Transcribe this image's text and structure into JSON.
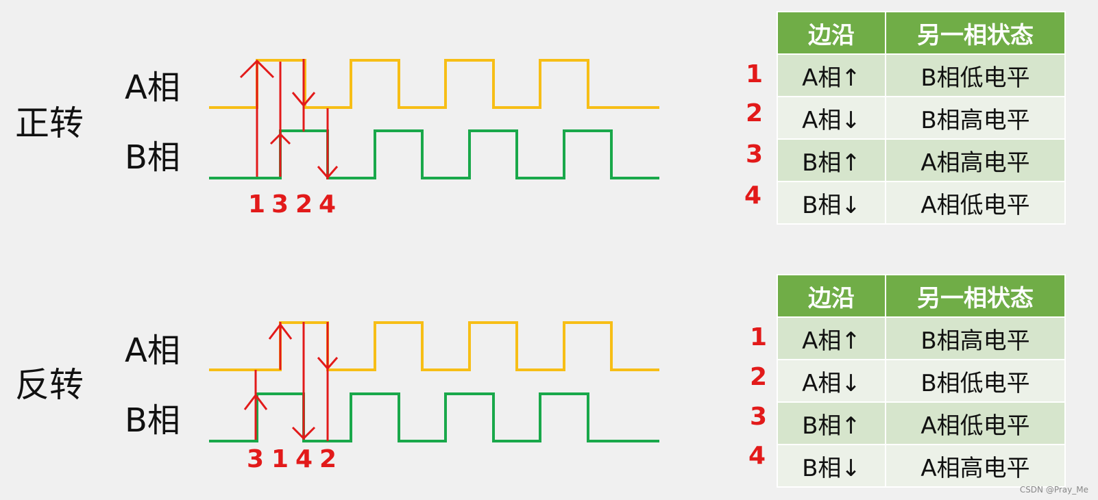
{
  "forward": {
    "title": "正转",
    "phase_a": "A相",
    "phase_b": "B相",
    "edge_order": [
      "1",
      "3",
      "2",
      "4"
    ],
    "table": {
      "headers": [
        "边沿",
        "另一相状态"
      ],
      "rows": [
        {
          "idx": "1",
          "edge": "A相↑",
          "state": "B相低电平"
        },
        {
          "idx": "2",
          "edge": "A相↓",
          "state": "B相高电平"
        },
        {
          "idx": "3",
          "edge": "B相↑",
          "state": "A相高电平"
        },
        {
          "idx": "4",
          "edge": "B相↓",
          "state": "A相低电平"
        }
      ]
    }
  },
  "reverse": {
    "title": "反转",
    "phase_a": "A相",
    "phase_b": "B相",
    "edge_order": [
      "3",
      "1",
      "4",
      "2"
    ],
    "table": {
      "headers": [
        "边沿",
        "另一相状态"
      ],
      "rows": [
        {
          "idx": "1",
          "edge": "A相↑",
          "state": "B相高电平"
        },
        {
          "idx": "2",
          "edge": "A相↓",
          "state": "B相低电平"
        },
        {
          "idx": "3",
          "edge": "B相↑",
          "state": "A相低电平"
        },
        {
          "idx": "4",
          "edge": "B相↓",
          "state": "A相高电平"
        }
      ]
    }
  },
  "colors": {
    "phase_a": "#f7be16",
    "phase_b": "#19a84a",
    "edge_marker": "#e21a1a",
    "table_header": "#70ad47"
  },
  "watermark": "CSDN @Pray_Me"
}
